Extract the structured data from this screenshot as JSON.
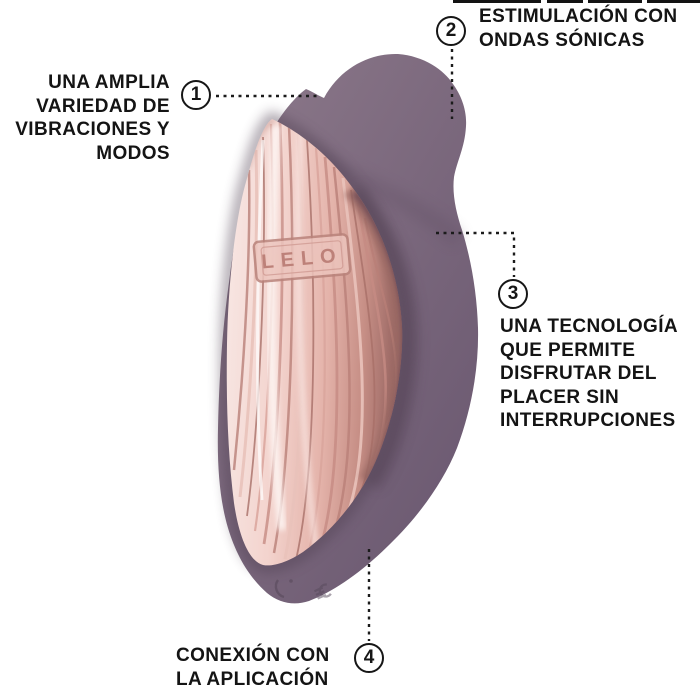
{
  "product": {
    "brand": "LELO",
    "logo_text": "LELO",
    "colors": {
      "body_purple": "#7e6b80",
      "body_purple_light": "#8d7a8b",
      "body_purple_dark": "#6a5870",
      "face_rose_light": "#f8e8e5",
      "face_rose_mid": "#eec6bf",
      "face_rose_deep": "#c18980",
      "face_shadow": "#8a5a58",
      "annotation_ink": "#141414"
    }
  },
  "annotations": [
    {
      "number": "1",
      "lines": [
        "UNA AMPLIA",
        "VARIEDAD DE",
        "VIBRACIONES Y",
        "MODOS"
      ]
    },
    {
      "number": "2",
      "lines": [
        "ESTIMULACIÓN CON",
        "ONDAS SÓNICAS"
      ]
    },
    {
      "number": "3",
      "lines": [
        "UNA TECNOLOGÍA",
        "QUE PERMITE",
        "DISFRUTAR DEL",
        "PLACER SIN",
        "INTERRUPCIONES"
      ]
    },
    {
      "number": "4",
      "lines": [
        "CONEXIÓN CON",
        "LA APLICACIÓN"
      ]
    }
  ]
}
